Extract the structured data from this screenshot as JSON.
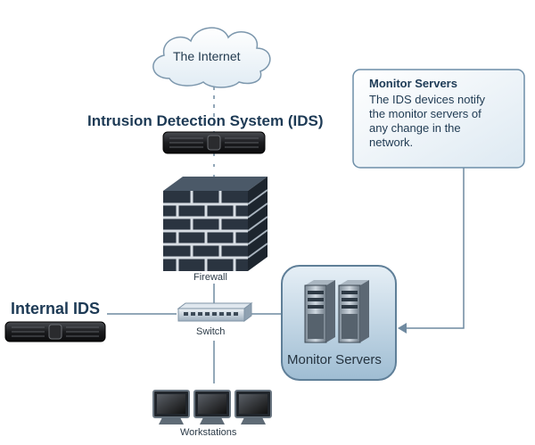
{
  "internet": {
    "label": "The Internet"
  },
  "ids": {
    "title": "Intrusion Detection System (IDS)"
  },
  "firewall": {
    "label": "Firewall"
  },
  "internal_ids": {
    "label": "Internal IDS"
  },
  "switch": {
    "label": "Switch"
  },
  "workstations": {
    "label": "Workstations",
    "count": 3
  },
  "monitor": {
    "label": "Monitor Servers",
    "callout_title": "Monitor Servers",
    "callout_lines": [
      "The IDS devices notify",
      "the monitor servers of",
      "any change in the",
      "network."
    ]
  },
  "colors": {
    "line": "#6f8aa0",
    "device_dark": "#1c1c1e",
    "brick_face": "#2a3440",
    "brick_mortar": "#d7dde3",
    "panel_fill": "#c9dbe8",
    "callout_border": "#6d8ea8",
    "text": "#1f3a52"
  }
}
